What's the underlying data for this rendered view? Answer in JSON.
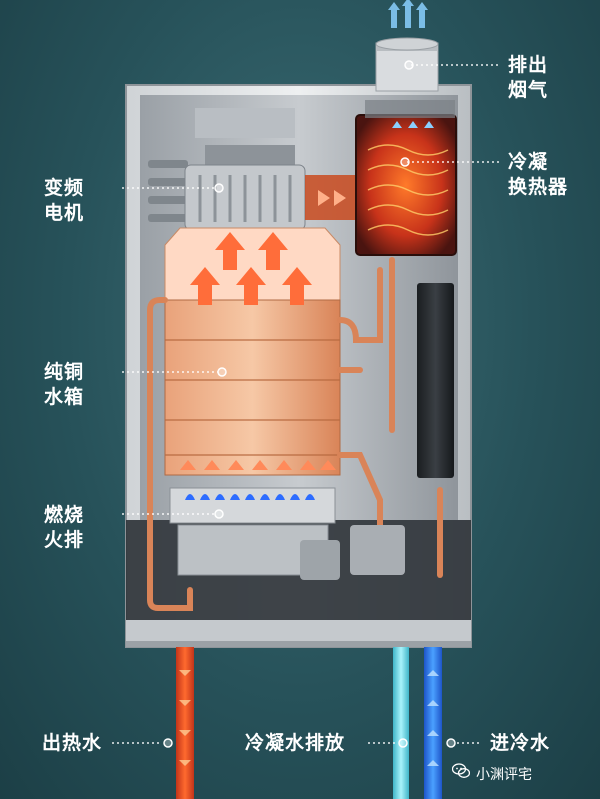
{
  "labels": {
    "exhaust": [
      "排出",
      "烟气"
    ],
    "condenser": [
      "冷凝",
      "换热器"
    ],
    "motor": [
      "变频",
      "电机"
    ],
    "tank": [
      "纯铜",
      "水箱"
    ],
    "burner": [
      "燃烧",
      "火排"
    ],
    "hot_out": "出热水",
    "condensate_drain": "冷凝水排放",
    "cold_in": "进冷水"
  },
  "watermark": "小渊评宅",
  "colors": {
    "background": "#2c5a62",
    "hot_pipe": "#ff5a2a",
    "cold_pipe": "#3a8dff",
    "condensate_pipe": "#7fe3f0",
    "copper": "#d98a5a",
    "flame": "#2d6cff"
  },
  "icons": [
    "wechat-icon"
  ]
}
